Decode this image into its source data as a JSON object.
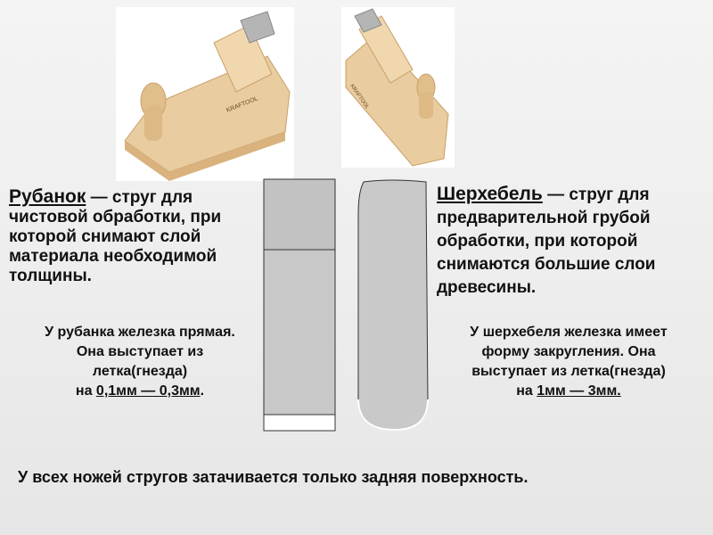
{
  "rubanok": {
    "term": "Рубанок",
    "definition": " — струг для чистовой обработки, при которой снимают слой материала необходимой толщины.",
    "note_line1": "У рубанка железка прямая.",
    "note_line2": "Она выступает из",
    "note_line3": "летка(гнезда)",
    "note_prefix": "на ",
    "note_value": "0,1мм — 0,3мм",
    "note_suffix": "."
  },
  "sherhebel": {
    "term": "Шерхебель",
    "definition": " — струг для предварительной грубой обработки, при которой снимаются большие слои древесины.",
    "note_line1": "У шерхебеля железка имеет",
    "note_line2": "форму закругления. Она",
    "note_line3": "выступает из летка(гнезда)",
    "note_prefix": "на ",
    "note_value": "1мм — 3мм."
  },
  "footer": {
    "text": "У всех ножей стругов затачивается только задняя поверхность."
  },
  "logo_text_left": "KRAFTOOL",
  "logo_text_right": "KRAFTOOL",
  "colors": {
    "wood": "#e8c99a",
    "wood_dark": "#c9a06a",
    "blade": "#c8c8c8",
    "background": "#efefef"
  }
}
